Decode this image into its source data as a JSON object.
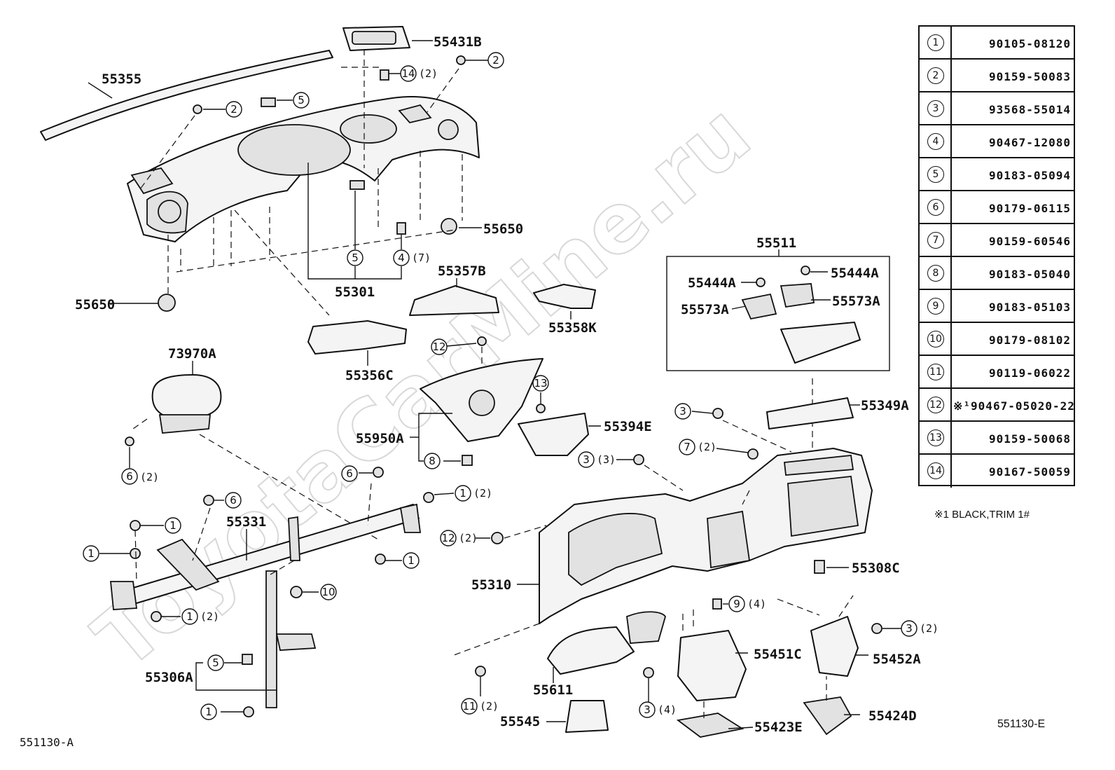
{
  "watermark": "ToyotaCarMine.ru",
  "callouts": {
    "c55431B": "55431B",
    "c55355": "55355",
    "c55650a": "55650",
    "c55650b": "55650",
    "c55301": "55301",
    "c55357B": "55357B",
    "c55358K": "55358K",
    "c55356C": "55356C",
    "c73970A": "73970A",
    "c55950A": "55950A",
    "c55394E": "55394E",
    "c55331": "55331",
    "c55306A": "55306A",
    "c55511": "55511",
    "c55444A_l": "55444A",
    "c55444A_r": "55444A",
    "c55573A_l": "55573A",
    "c55573A_r": "55573A",
    "c55349A": "55349A",
    "c55310": "55310",
    "c55308C": "55308C",
    "c55451C": "55451C",
    "c55452A": "55452A",
    "c55611": "55611",
    "c55545": "55545",
    "c55423E": "55423E",
    "c55424D": "55424D"
  },
  "qty": {
    "q14_2": "(2)",
    "q4_7": "(7)",
    "q6_2": "(2)",
    "q1_2a": "(2)",
    "q1_2b": "(2)",
    "q3_3": "(3)",
    "q7_2": "(2)",
    "q12_2": "(2)",
    "q9_4": "(4)",
    "q3_2": "(2)",
    "q11_2": "(2)",
    "q3_4": "(4)"
  },
  "parts_table": [
    {
      "no": "1",
      "part": "90105-08120"
    },
    {
      "no": "2",
      "part": "90159-50083"
    },
    {
      "no": "3",
      "part": "93568-55014"
    },
    {
      "no": "4",
      "part": "90467-12080"
    },
    {
      "no": "5",
      "part": "90183-05094"
    },
    {
      "no": "6",
      "part": "90179-06115"
    },
    {
      "no": "7",
      "part": "90159-60546"
    },
    {
      "no": "8",
      "part": "90183-05040"
    },
    {
      "no": "9",
      "part": "90183-05103"
    },
    {
      "no": "10",
      "part": "90179-08102"
    },
    {
      "no": "11",
      "part": "90119-06022"
    },
    {
      "no": "12",
      "part": "※¹90467-05020-22"
    },
    {
      "no": "13",
      "part": "90159-50068"
    },
    {
      "no": "14",
      "part": "90167-50059"
    }
  ],
  "footnote": "※1  BLACK,TRIM  1#",
  "code_left": "551130-A",
  "code_right": "551130-E"
}
